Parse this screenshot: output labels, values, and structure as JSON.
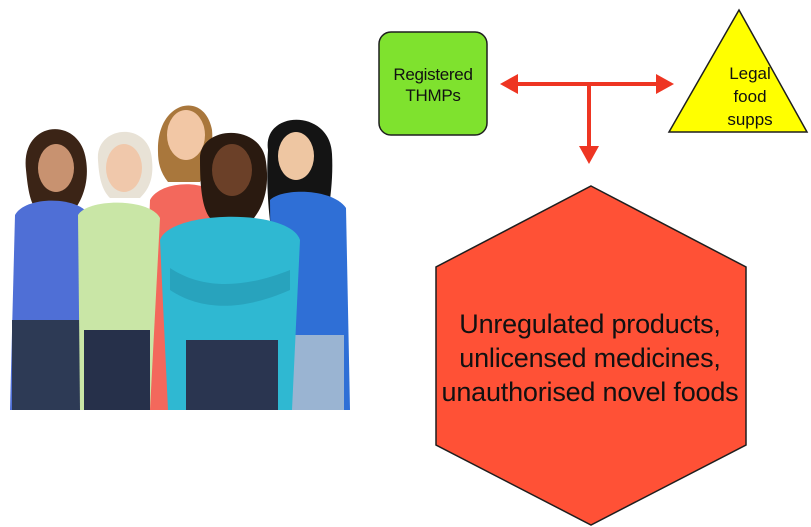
{
  "nodes": {
    "thmp": {
      "line1": "Registered",
      "line2": "THMPs",
      "fill": "#7FE22E",
      "stroke": "#1e1e1e"
    },
    "supps": {
      "line1": "Legal",
      "line2": "food",
      "line3": "supps",
      "fill": "#FFFF00",
      "stroke": "#1e1e1e"
    },
    "unregulated": {
      "line1": "Unregulated products,",
      "line2": "unlicensed medicines,",
      "line3": "unauthorised novel foods",
      "fill": "#FF5136",
      "stroke": "#1e1e1e"
    }
  },
  "connector_color": "#EE3522",
  "photo": {
    "subject": "group of five smiling women",
    "shirt_colors": [
      "#4f6fd6",
      "#c9e6a6",
      "#f3685c",
      "#2fb8d2",
      "#2f6fd6"
    ]
  }
}
